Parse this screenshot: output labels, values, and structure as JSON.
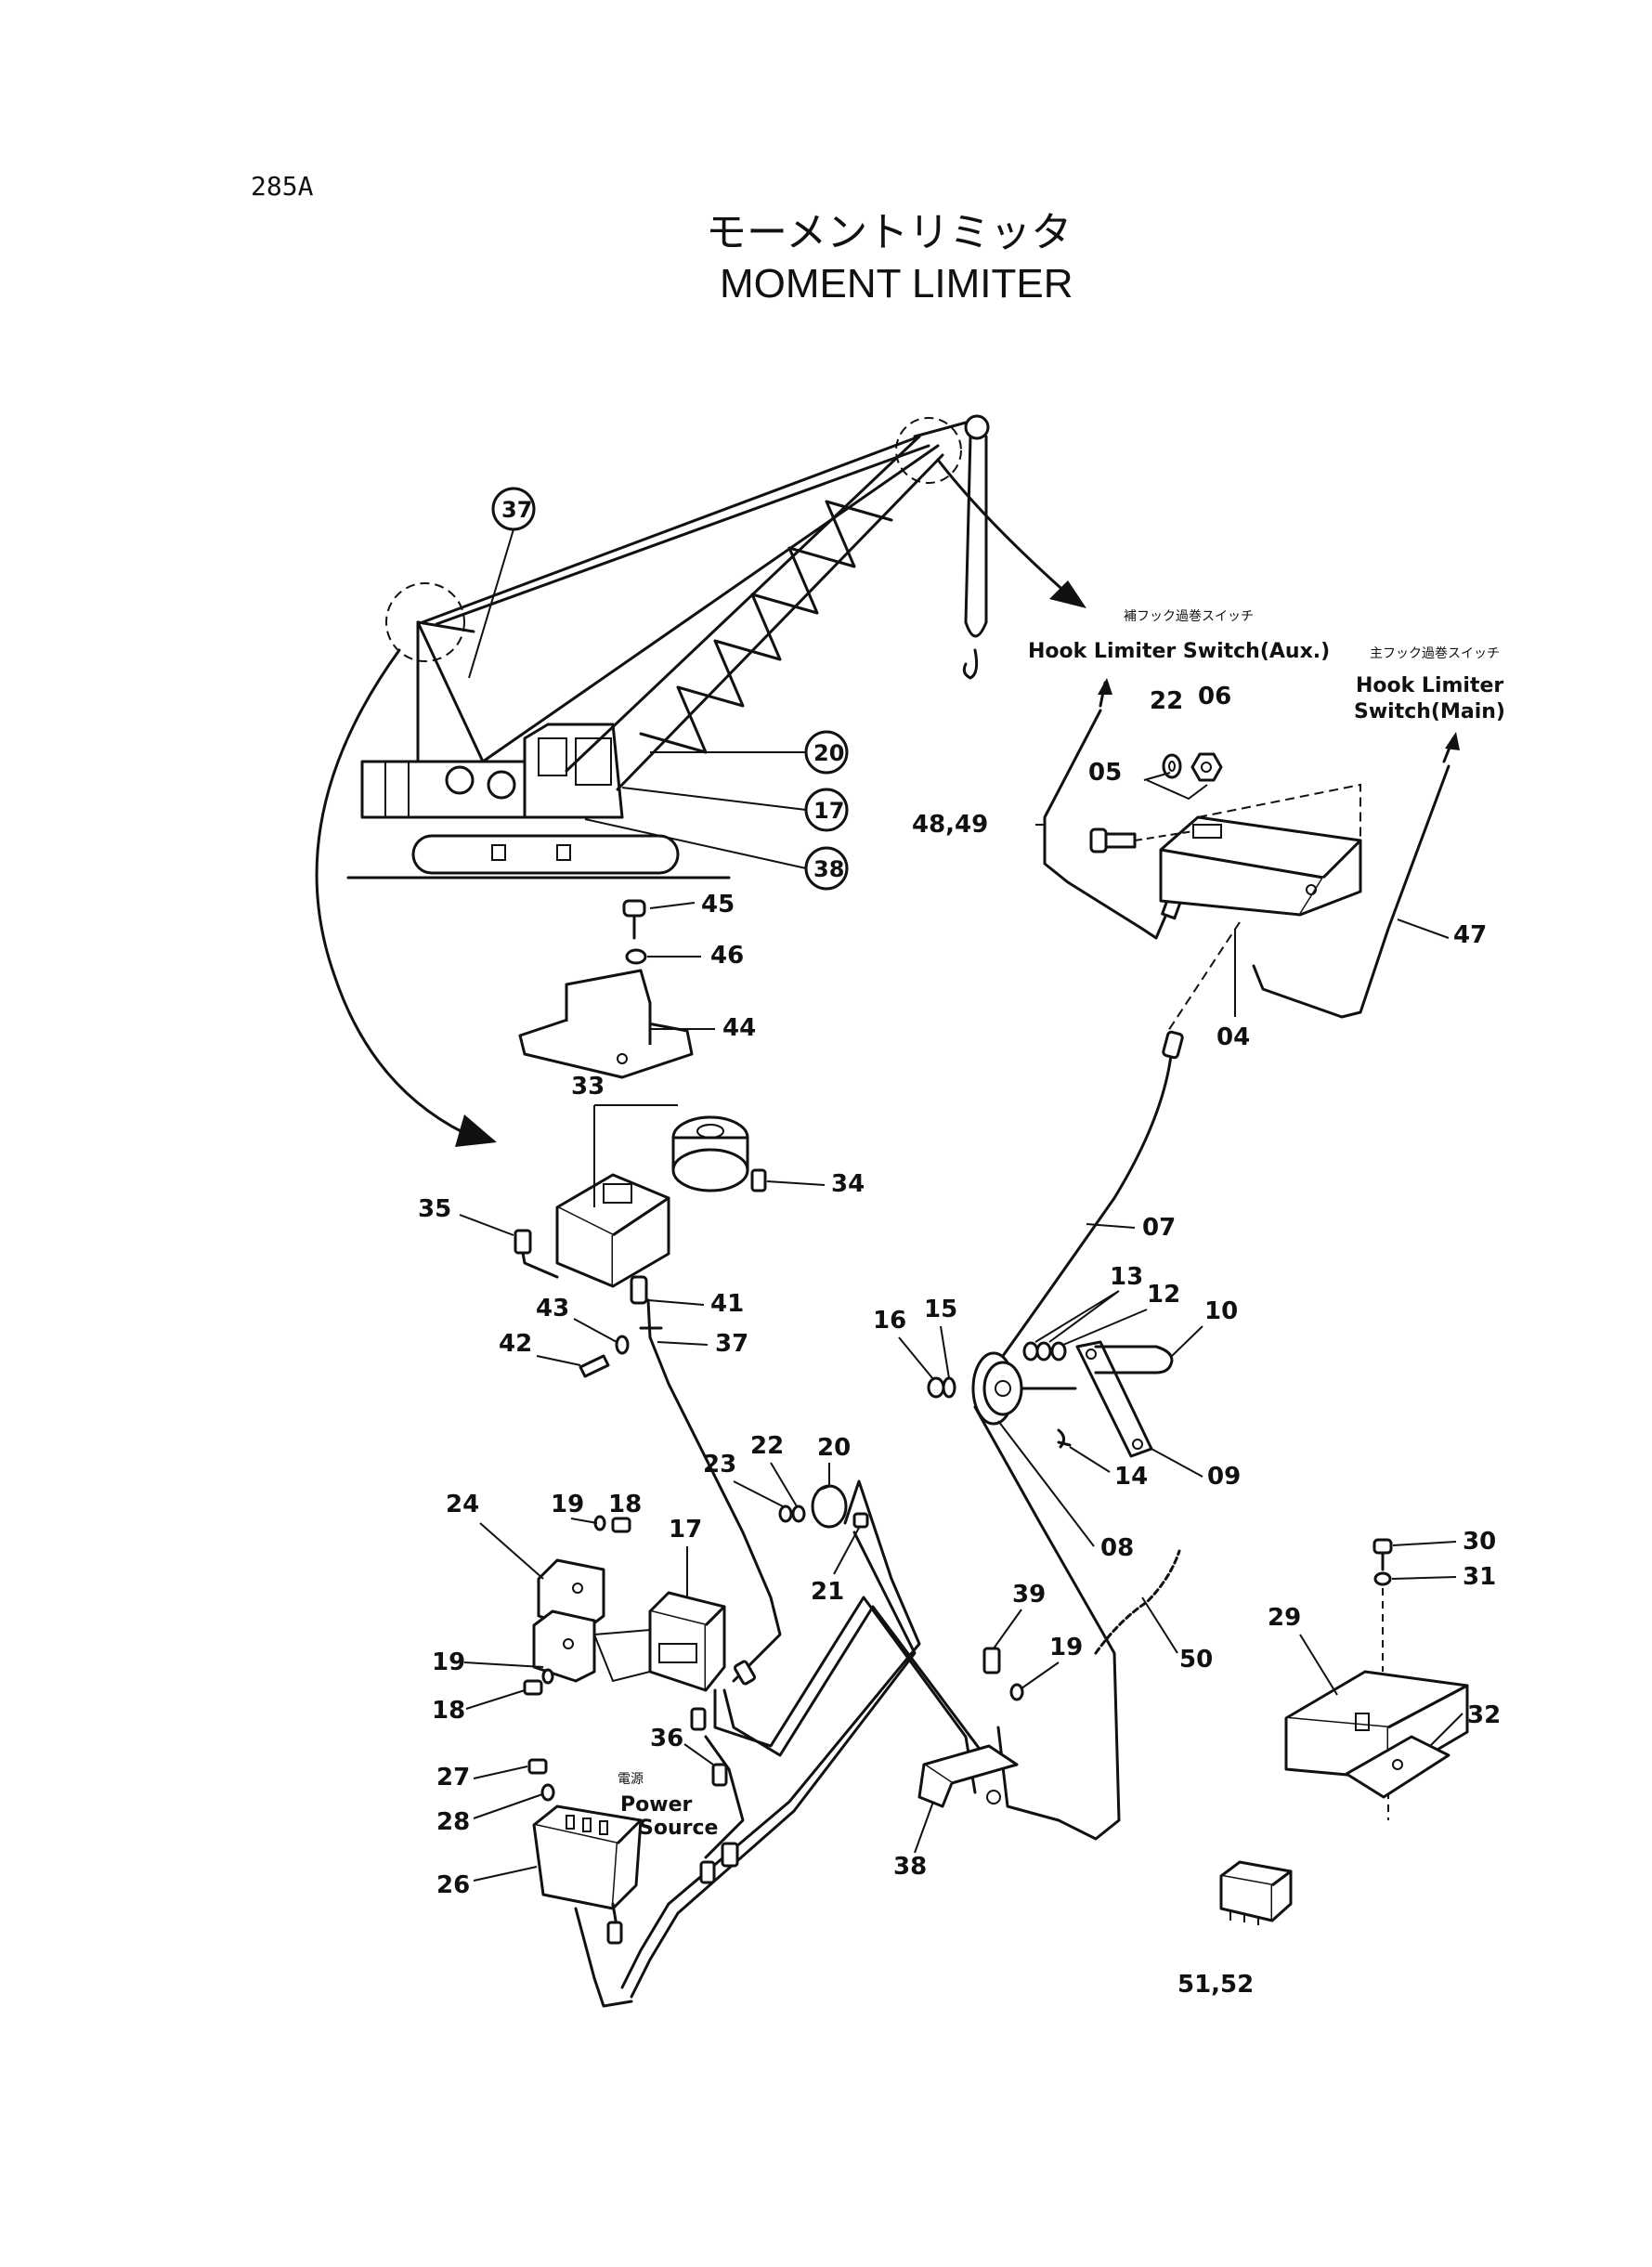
{
  "page": {
    "number": "285A"
  },
  "title": {
    "japanese": "モーメントリミッタ",
    "english": "MOMENT LIMITER"
  },
  "annotations": {
    "hook_aux_jp": "補フック過巻スイッチ",
    "hook_aux_en": "Hook Limiter Switch(Aux.)",
    "hook_main_jp": "主フック過巻スイッチ",
    "hook_main_en_1": "Hook Limiter",
    "hook_main_en_2": "Switch(Main)",
    "power_jp": "電源",
    "power_en_1": "Power",
    "power_en_2": "Source"
  },
  "callouts": [
    "37",
    "20",
    "17",
    "38"
  ],
  "parts": {
    "p45": "45",
    "p46": "46",
    "p44": "44",
    "p33": "33",
    "p34": "34",
    "p35": "35",
    "p43": "43",
    "p41": "41",
    "p42": "42",
    "p37": "37",
    "p22a": "22",
    "p06": "06",
    "p05": "05",
    "p4849": "48,49",
    "p47": "47",
    "p04": "04",
    "p07": "07",
    "p13": "13",
    "p12": "12",
    "p10": "10",
    "p16": "16",
    "p15": "15",
    "p14": "14",
    "p09": "09",
    "p08": "08",
    "p20": "20",
    "p22b": "22",
    "p23": "23",
    "p21": "21",
    "p19a": "19",
    "p18a": "18",
    "p24": "24",
    "p17": "17",
    "p19b": "19",
    "p18b": "18",
    "p39": "39",
    "p19c": "19",
    "p50": "50",
    "p30": "30",
    "p31": "31",
    "p29": "29",
    "p32": "32",
    "p36": "36",
    "p27": "27",
    "p28": "28",
    "p26": "26",
    "p38": "38",
    "p5152": "51,52"
  }
}
